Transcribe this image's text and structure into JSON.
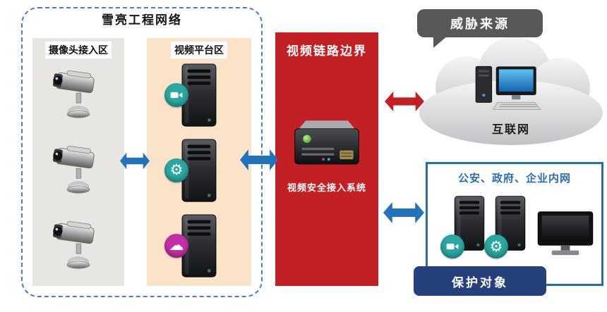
{
  "colors": {
    "blue_arrow": "#2273b9",
    "red_accent": "#c32026",
    "dark_blue": "#24417b",
    "teal_badge": "#29a7a1",
    "magenta_badge": "#c42ea6",
    "callout_gray": "#57585a",
    "intranet_border_blue": "#2a6cb4",
    "camera_zone_bg": "#e8e6e2",
    "platform_zone_bg": "#fbe3c9"
  },
  "sharp_eyes": {
    "title": "雪亮工程网络",
    "camera_zone_label": "摄像头接入区",
    "platform_zone_label": "视频平台区"
  },
  "boundary": {
    "title": "视频链路边界",
    "system_label": "视频安全接入系统"
  },
  "threat": {
    "bubble_label": "威胁来源",
    "internet_label": "互联网"
  },
  "intranet": {
    "title": "公安、政府、企业内网",
    "protected_label": "保护对象"
  },
  "icons": {
    "cctv_camera": "svg-cctv-camera",
    "server_tower": "svg-server-tower",
    "video_camera_badge": "svg-video-camera",
    "gear_badge": "⚙",
    "cloud_badge": "☁",
    "security_appliance": "svg-rack-appliance",
    "desktop_computer": "svg-desktop-computer",
    "monitor": "svg-monitor",
    "internet_cloud": "svg-cloud",
    "double_arrow": "svg-double-arrow"
  }
}
